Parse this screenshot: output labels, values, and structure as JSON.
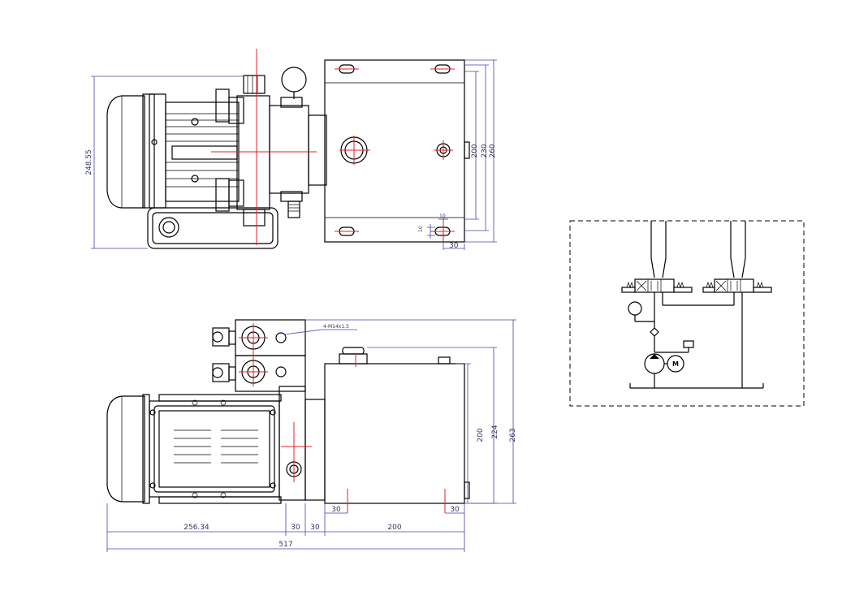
{
  "top_view": {
    "dim_height": "248.55",
    "dim_200": "200",
    "dim_230": "230",
    "dim_260": "260",
    "dim_10_h": "10",
    "dim_10_v": "10",
    "dim_30": "30"
  },
  "front_view": {
    "thread_label": "4-M14x1.5",
    "dim_200": "200",
    "dim_224": "224",
    "dim_263": "263",
    "dim_256": "256.34",
    "dim_30a": "30",
    "dim_30b": "30",
    "dim_200_bottom": "200",
    "dim_517": "517",
    "dim_30_right": "30"
  },
  "schematic": {
    "motor_label": "M"
  }
}
